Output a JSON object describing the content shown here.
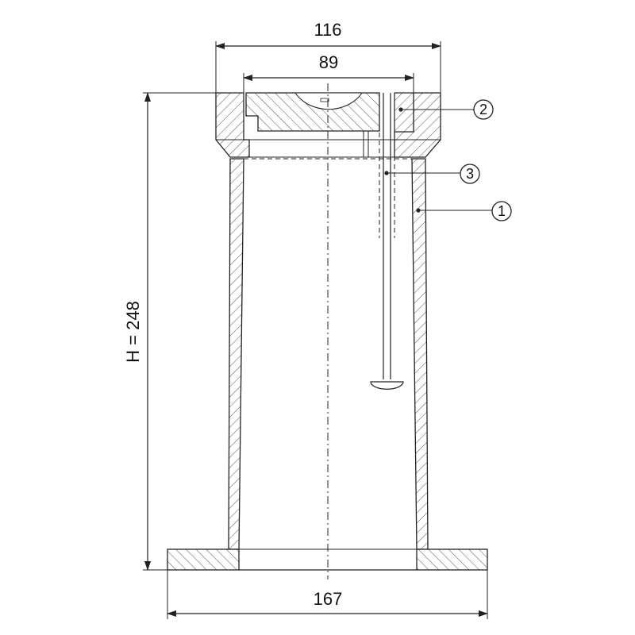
{
  "dimensions": {
    "top_outer_width": "116",
    "top_inner_width": "89",
    "height": "H = 248",
    "base_width": "167"
  },
  "callouts": [
    {
      "number": "1"
    },
    {
      "number": "2"
    },
    {
      "number": "3"
    }
  ],
  "colors": {
    "line": "#222222",
    "hatch": "#555555",
    "background": "#ffffff"
  }
}
